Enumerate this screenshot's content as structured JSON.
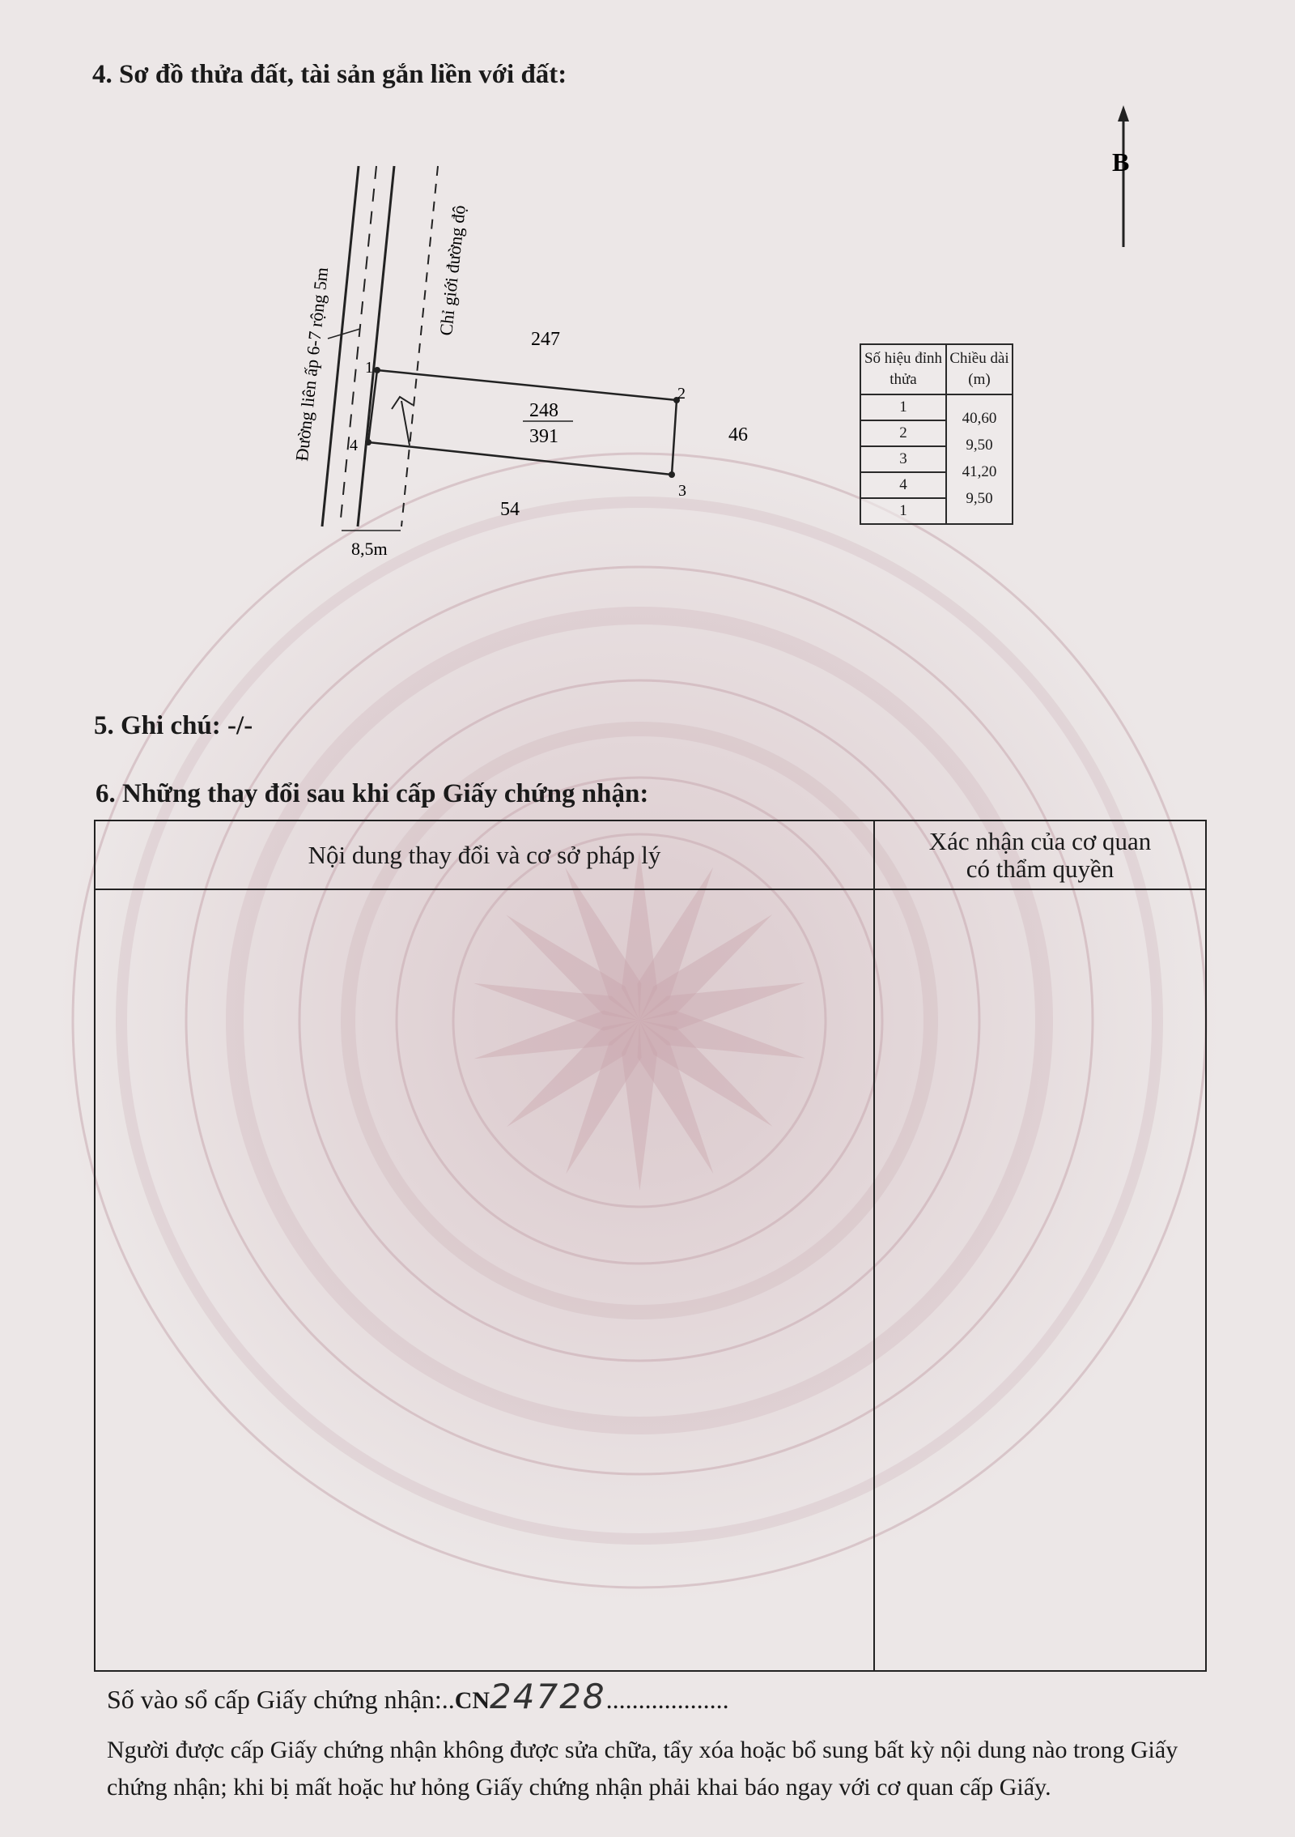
{
  "section4": {
    "title": "4. Sơ đồ thửa đất, tài sản gắn liền với đất:"
  },
  "map": {
    "north_label": "B",
    "road_label": "Đường liên ấp 6-7 rộng 5m",
    "boundary_label": "Chỉ giới đường độ",
    "road_width": "8,5m",
    "parcel_number": "248",
    "parcel_area": "391",
    "neighbor_north": "247",
    "neighbor_east": "46",
    "neighbor_south": "54",
    "vertices": [
      "1",
      "2",
      "3",
      "4"
    ]
  },
  "coord_table": {
    "header_col1": "Số hiệu đỉnh thửa",
    "header_col2": "Chiều dài (m)",
    "points": [
      "1",
      "2",
      "3",
      "4",
      "1"
    ],
    "lengths": [
      "40,60",
      "9,50",
      "41,20",
      "9,50"
    ]
  },
  "section5": {
    "title": "5. Ghi chú: -/-"
  },
  "section6": {
    "title": "6. Những thay đổi sau khi cấp Giấy chứng nhận:",
    "col1": "Nội dung thay đổi và cơ sở pháp lý",
    "col2_line1": "Xác nhận của cơ quan",
    "col2_line2": "có thẩm quyền"
  },
  "registration": {
    "label": "Số vào sổ cấp Giấy chứng nhận:",
    "dots_before": "..",
    "prefix": "CN",
    "number": "24728",
    "dots_after": "..................."
  },
  "notice": "Người được cấp Giấy chứng nhận không được sửa chữa, tẩy xóa hoặc bổ sung bất kỳ nội dung nào trong Giấy chứng nhận; khi bị mất hoặc hư hỏng Giấy chứng nhận phải khai báo ngay với cơ quan cấp Giấy."
}
